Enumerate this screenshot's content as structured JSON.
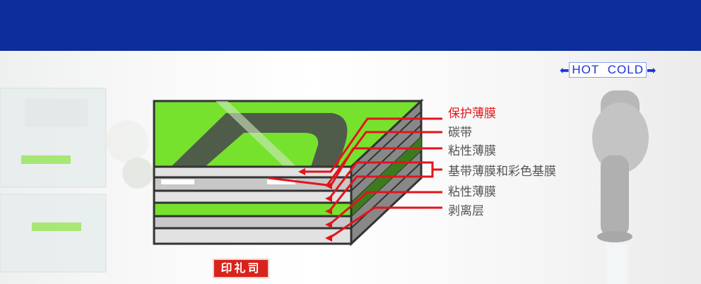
{
  "layers": [
    {
      "label": "保护薄膜",
      "highlight": true
    },
    {
      "label": "碳带",
      "highlight": false
    },
    {
      "label": "粘性薄膜",
      "highlight": false
    },
    {
      "label": "基带薄膜和彩色基膜",
      "highlight": false
    },
    {
      "label": "粘性薄膜",
      "highlight": false
    },
    {
      "label": "剥离层",
      "highlight": false
    }
  ],
  "faucet_tag": {
    "hot": "HOT",
    "cold": "COLD"
  },
  "logo": "印礼司",
  "colors": {
    "banner": "#0c2d9b",
    "accent_green": "#76e22e",
    "arrow_red": "#e3141b",
    "tag_blue": "#1a33d6"
  }
}
